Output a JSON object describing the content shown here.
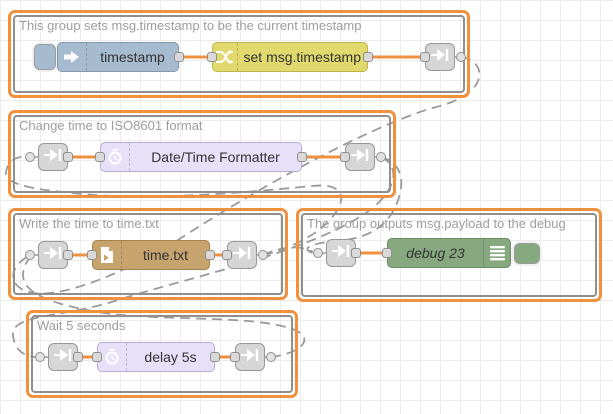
{
  "app": {
    "name": "Node-RED flow editor workspace"
  },
  "colors": {
    "group_border": "#ef913f",
    "group_inner_border": "#8f8f8f",
    "wire_selected": "#ef913f",
    "link_wire": "#9a9a9a",
    "inject_node": "#a6bbcf",
    "change_node": "#e2d96e",
    "formatter_node": "#e6e0f8",
    "delay_node": "#e6e0f8",
    "file_node": "#c7a46e",
    "debug_node": "#87a980",
    "link_node": "#d6d6d6",
    "grid": "#ececec",
    "node_label": "#333333",
    "group_label": "#9e9e9e"
  },
  "groups": [
    {
      "label": "This group sets msg.timestamp to be the current timestamp"
    },
    {
      "label": "Change time to ISO8601 format"
    },
    {
      "label": "Write the time to time.txt"
    },
    {
      "label": "The group outputs msg.payload to the debug"
    },
    {
      "label": "Wait 5 seconds"
    }
  ],
  "nodes": {
    "inject": {
      "label": "timestamp",
      "type": "inject",
      "icon": "inject-arrow-icon"
    },
    "change": {
      "label": "set msg.timestamp",
      "type": "change",
      "icon": "shuffle-icon"
    },
    "formatter": {
      "label": "Date/Time Formatter",
      "type": "date-time-formatter",
      "icon": "clock-icon"
    },
    "file": {
      "label": "time.txt",
      "type": "file-write",
      "icon": "file-export-icon"
    },
    "debug": {
      "label": "debug 23",
      "type": "debug",
      "icon": "debug-list-icon"
    },
    "delay": {
      "label": "delay 5s",
      "type": "delay",
      "icon": "clock-icon"
    }
  }
}
